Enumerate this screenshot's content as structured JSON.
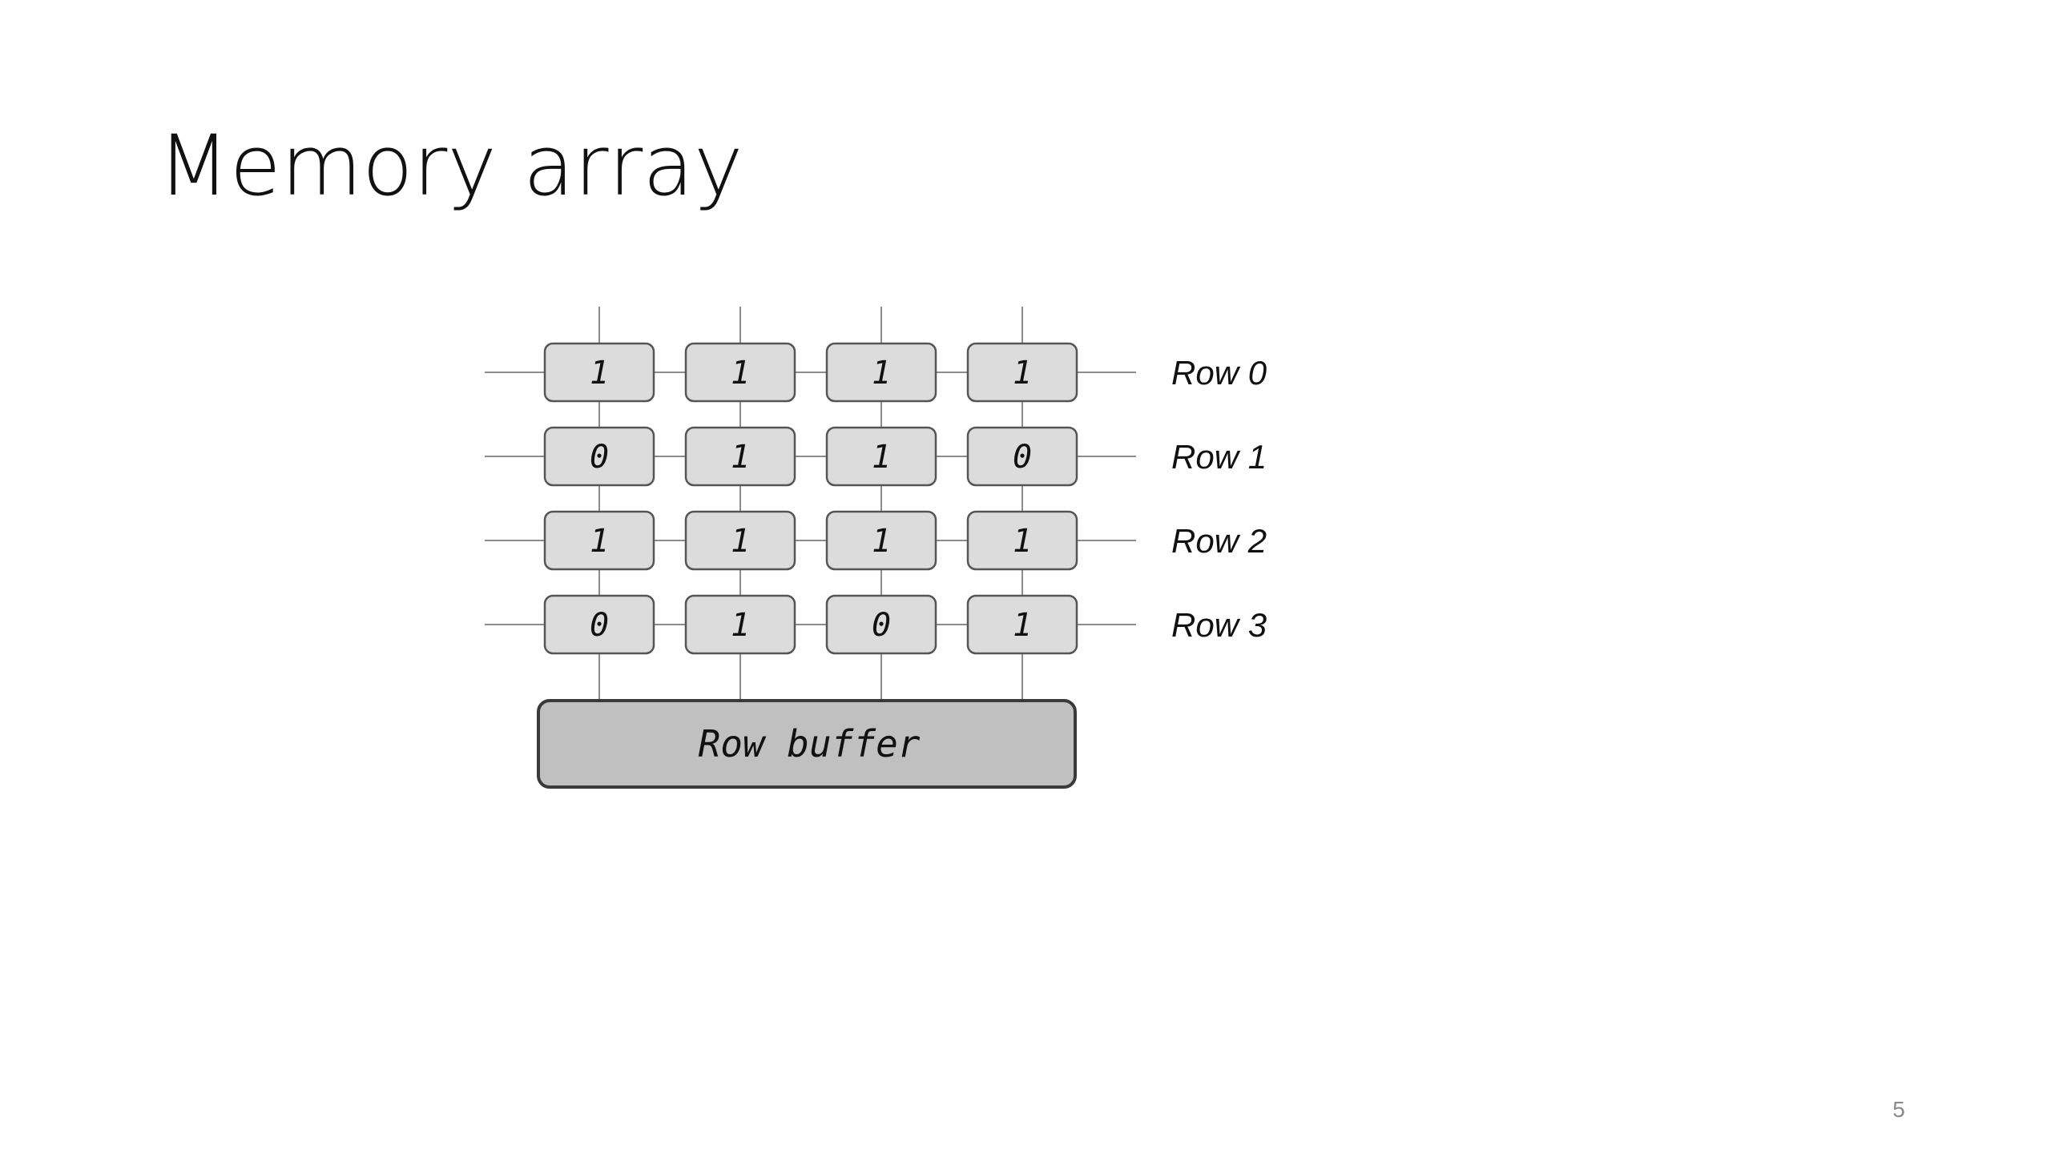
{
  "slide": {
    "title": "Memory array",
    "page_number": "5"
  },
  "memory_array": {
    "rows": [
      {
        "label": "Row 0",
        "bits": [
          "1",
          "1",
          "1",
          "1"
        ]
      },
      {
        "label": "Row 1",
        "bits": [
          "0",
          "1",
          "1",
          "0"
        ]
      },
      {
        "label": "Row 2",
        "bits": [
          "1",
          "1",
          "1",
          "1"
        ]
      },
      {
        "label": "Row 3",
        "bits": [
          "0",
          "1",
          "0",
          "1"
        ]
      }
    ],
    "row_buffer_label": "Row buffer"
  },
  "colors": {
    "cell_fill": "#dcdcdc",
    "cell_stroke": "#555555",
    "buffer_fill": "#c0c0c0",
    "buffer_stroke": "#3a3a3a",
    "wire": "#8c8c8c",
    "text": "#111111"
  }
}
